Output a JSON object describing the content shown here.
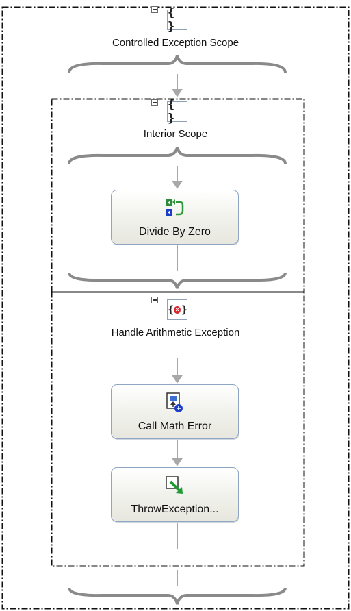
{
  "workflow": {
    "outer_scope": {
      "title": "Controlled Exception Scope",
      "icon": "braces-icon"
    },
    "interior_scope": {
      "title": "Interior Scope",
      "icon": "braces-icon"
    },
    "divide_activity": {
      "label": "Divide By Zero",
      "icon": "code-activity-icon"
    },
    "fault_handler": {
      "title": "Handle Arithmetic Exception",
      "icon": "fault-handler-icon"
    },
    "call_activity": {
      "label": "Call Math Error",
      "icon": "call-method-icon"
    },
    "throw_activity": {
      "label": "ThrowException...",
      "icon": "throw-exception-icon"
    }
  },
  "colors": {
    "connector": "#a8a8a8",
    "brace": "#8a8a8a",
    "dashed_border": "#111111",
    "activity_border": "#8ea6c4",
    "fault_icon_red": "#d8262c"
  }
}
